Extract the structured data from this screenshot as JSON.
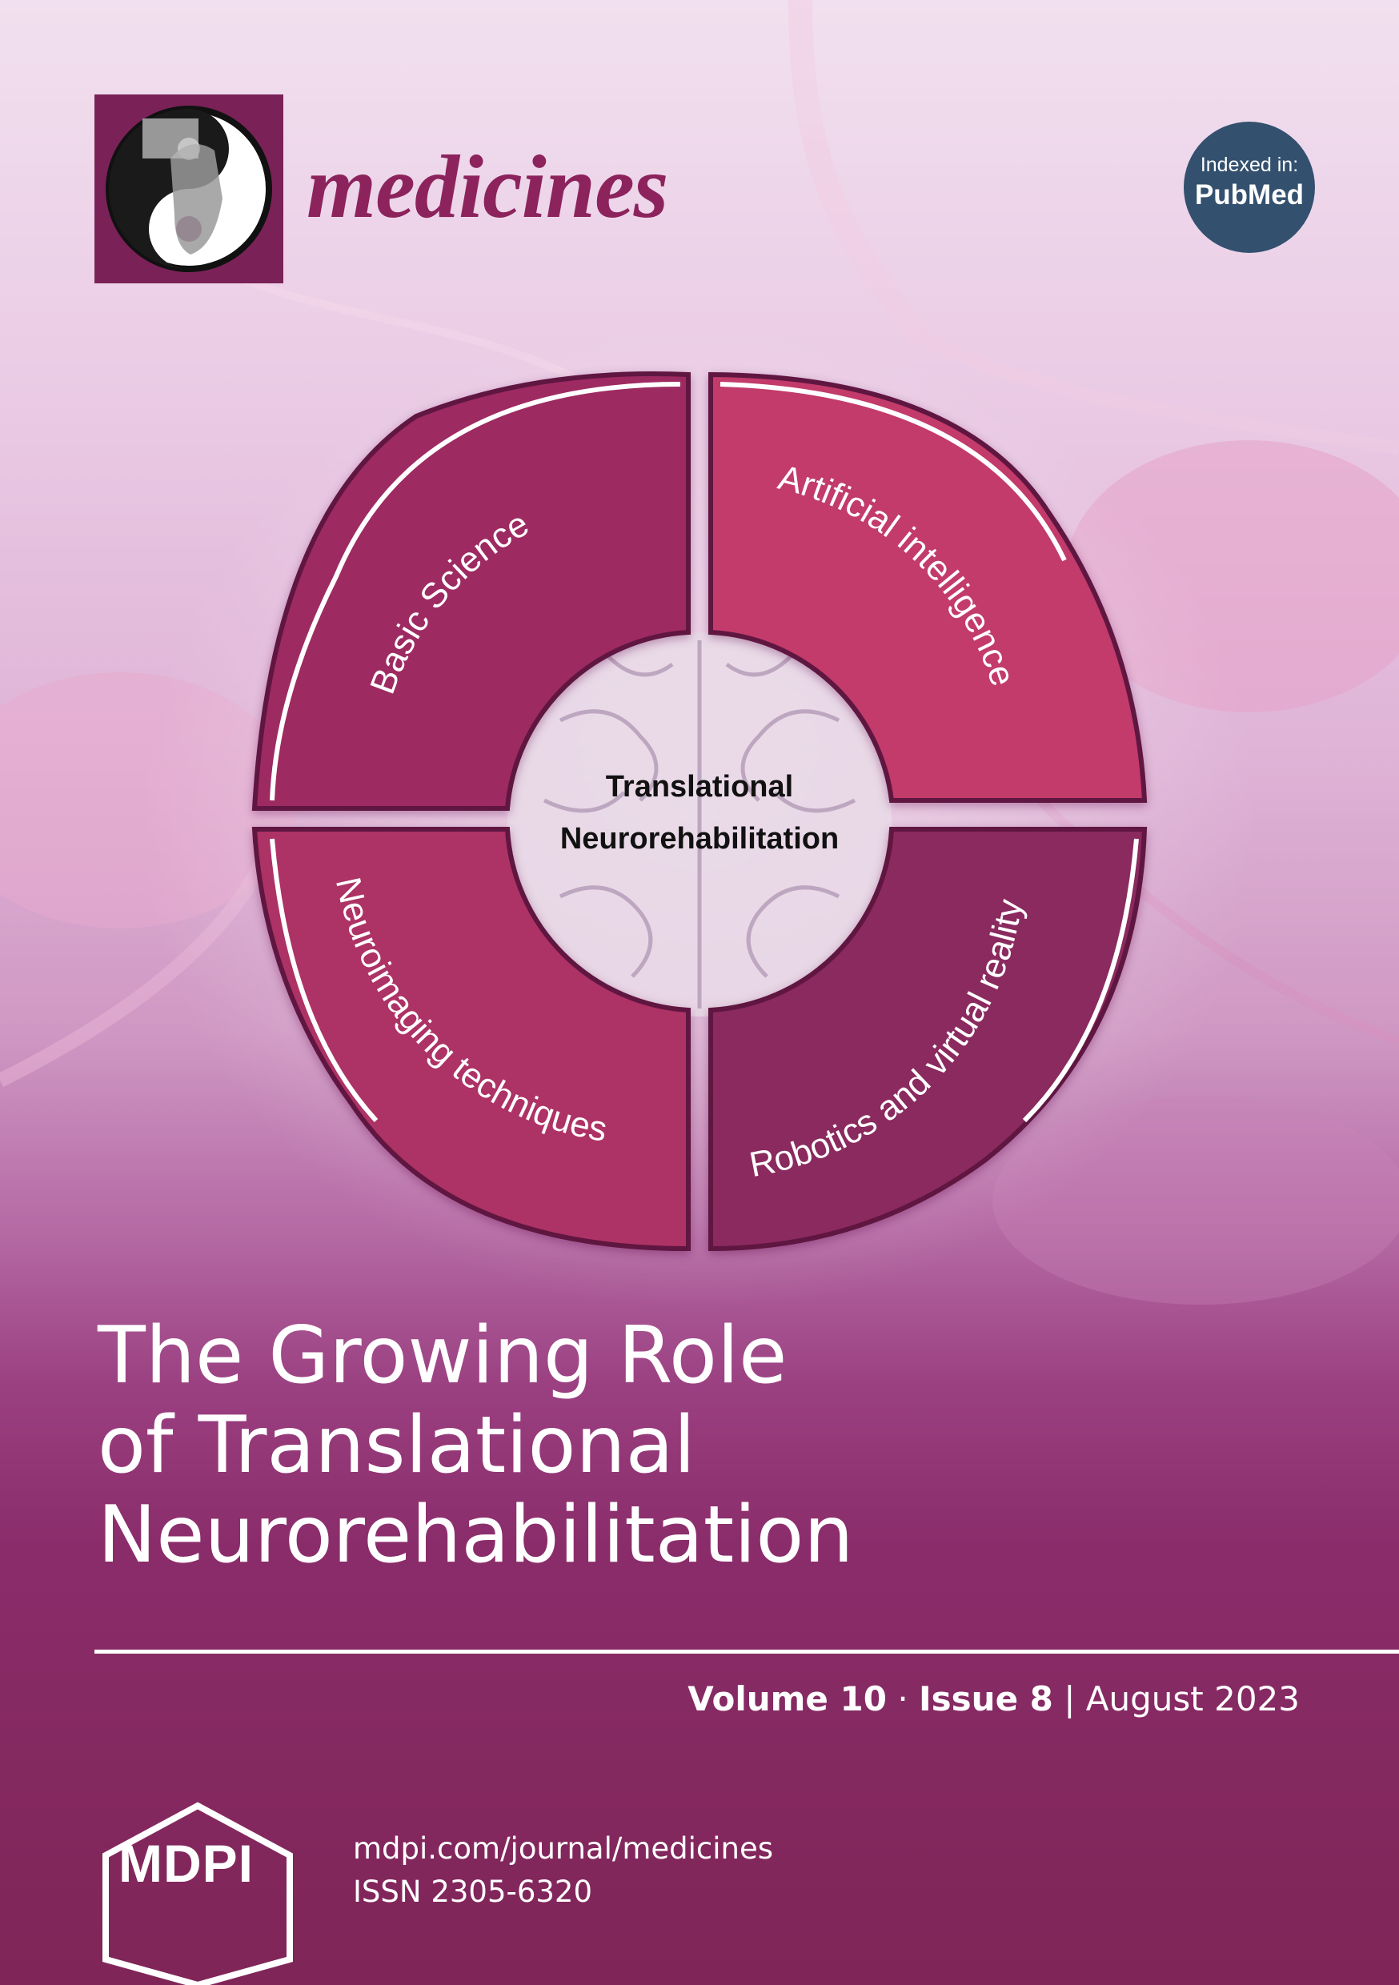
{
  "journal": {
    "name": "medicines",
    "indexed_label": "Indexed in:",
    "indexed_service": "PubMed"
  },
  "diagram": {
    "center_line1": "Translational",
    "center_line2": "Neurorehabilitation",
    "segments": [
      {
        "label": "Basic Science",
        "color": "#9e2a62"
      },
      {
        "label": "Artificial intelligence",
        "color": "#c23a6a"
      },
      {
        "label": "Neuroimaging techniques",
        "color": "#ad3265"
      },
      {
        "label": "Robotics and virtual reality",
        "color": "#8a2a5e"
      }
    ]
  },
  "article": {
    "title_lines": [
      "The Growing Role",
      "of Translational",
      "Neurorehabilitation"
    ]
  },
  "issue": {
    "volume": "Volume 10",
    "separator": "·",
    "issue": "Issue 8",
    "divider": "|",
    "date": "August 2023"
  },
  "publisher": {
    "logo_text": "MDPI",
    "url": "mdpi.com/journal/medicines",
    "issn": "ISSN 2305-6320"
  },
  "colors": {
    "brand": "#8c235d",
    "badge": "#33506f"
  }
}
